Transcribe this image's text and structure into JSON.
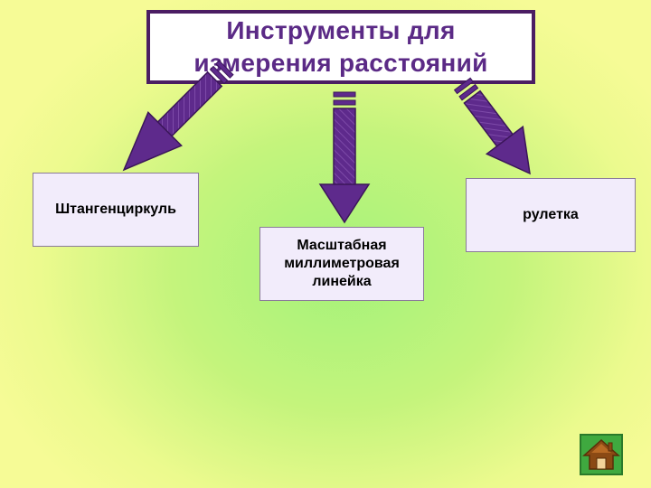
{
  "title": {
    "line1": "Инструменты для",
    "line2": "измерения расстояний"
  },
  "nodes": {
    "left": "Штангенциркуль",
    "center_line1": "Масштабная",
    "center_line2": "миллиметровая",
    "center_line3": "линейка",
    "right": "рулетка"
  },
  "colors": {
    "title_text": "#5b2a86",
    "title_border": "#4b1d63",
    "arrow": "#5e2a8c",
    "node_fill": "#f2ecfb",
    "home_button": "#3fa93f"
  },
  "icons": {
    "home_button": "home-icon"
  }
}
